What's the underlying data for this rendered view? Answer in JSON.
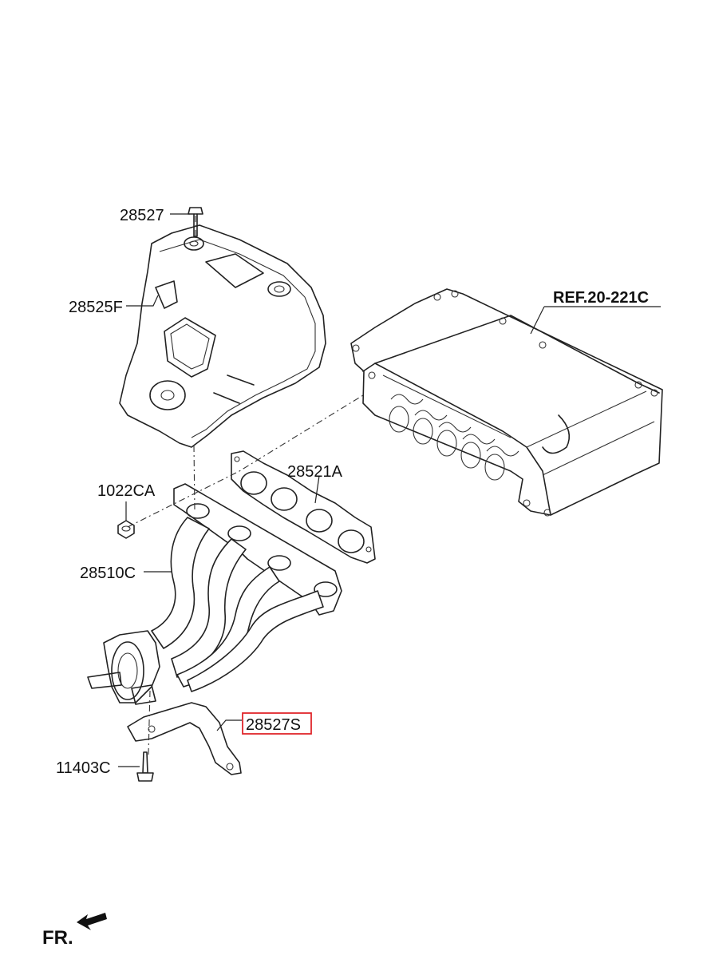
{
  "labels": {
    "bolt_top": "28527",
    "heat_protector": "28525F",
    "reference": "REF.20-221C",
    "nut": "1022CA",
    "gasket": "28521A",
    "manifold": "28510C",
    "bracket": "28527S",
    "bolt_bottom": "11403C",
    "front": "FR."
  },
  "highlight_color": "#e0262b",
  "highlighted_part": "28527S"
}
